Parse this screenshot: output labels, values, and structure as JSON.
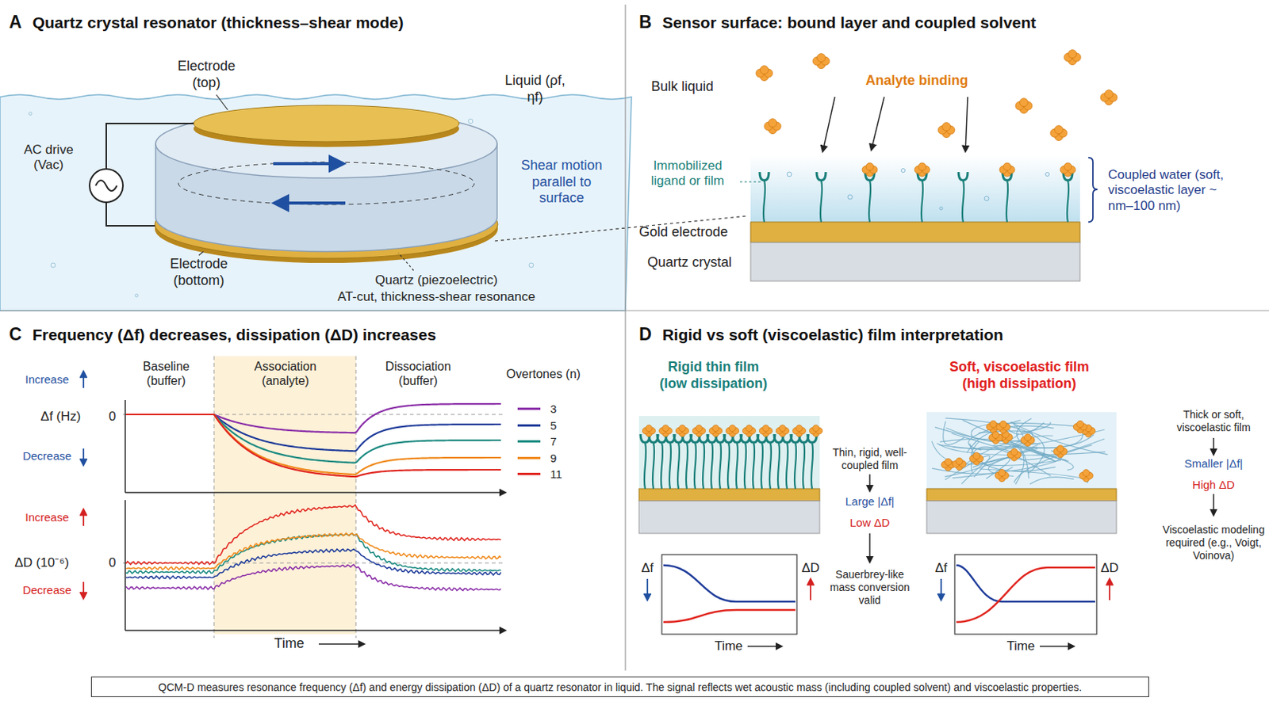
{
  "diagram": {
    "caption": "QCM-D measures resonance frequency (Δf) and energy dissipation (ΔD) of a quartz resonator in liquid. The signal reflects wet acoustic mass (including coupled solvent) and viscoelastic properties.",
    "nodes": [
      {
        "text": [
          "A",
          "Quartz crystal resonator (thickness–shear mode)"
        ]
      },
      {
        "text": [
          "B",
          "Sensor surface: bound layer and coupled solvent"
        ]
      },
      {
        "text": [
          "C",
          "Frequency (Δf) decreases, dissipation (ΔD) increases"
        ]
      },
      {
        "text": [
          "D",
          "Rigid vs soft (viscoelastic) film interpretation"
        ]
      }
    ],
    "labels": [
      "Electrode (top)",
      "Liquid (ρf, ηf)",
      "AC drive (Vac)",
      "Shear motion parallel to surface",
      "Electrode (bottom)",
      "Quartz (piezoelectric)",
      "AT-cut, thickness-shear resonance",
      "Bulk liquid",
      "Analyte binding",
      "Immobilized ligand or film",
      "Coupled water (soft, viscoelastic layer ~ nm–100 nm)",
      "Gold electrode",
      "Quartz crystal",
      "Baseline (buffer)",
      "Association (analyte)",
      "Dissociation (buffer)",
      "Overtones (n)",
      "Increase",
      "Δf (Hz)",
      "0",
      "Decrease",
      "Increase",
      "ΔD (10⁻⁶)",
      "0",
      "Decrease",
      "Time",
      "Rigid thin film (low dissipation)",
      "Soft, viscoelastic film (high dissipation)",
      "Thin, rigid, well-coupled film",
      "Large |Δf|",
      "Low ΔD",
      "Sauerbrey-like mass conversion valid",
      "Thick or soft, viscoelastic film",
      "Smaller |Δf|",
      "High ΔD",
      "Viscoelastic modeling required (e.g., Voigt, Voinova)",
      "Δf",
      "ΔD",
      "Time",
      "Δf",
      "ΔD",
      "Time"
    ],
    "legend": [
      {
        "text": "3",
        "color": "#8b2fa8"
      },
      {
        "text": "5",
        "color": "#1f3c9a"
      },
      {
        "text": "7",
        "color": "#1a8a80"
      },
      {
        "text": "9",
        "color": "#f08a1c"
      },
      {
        "text": "11",
        "color": "#e0261f"
      }
    ]
  }
}
